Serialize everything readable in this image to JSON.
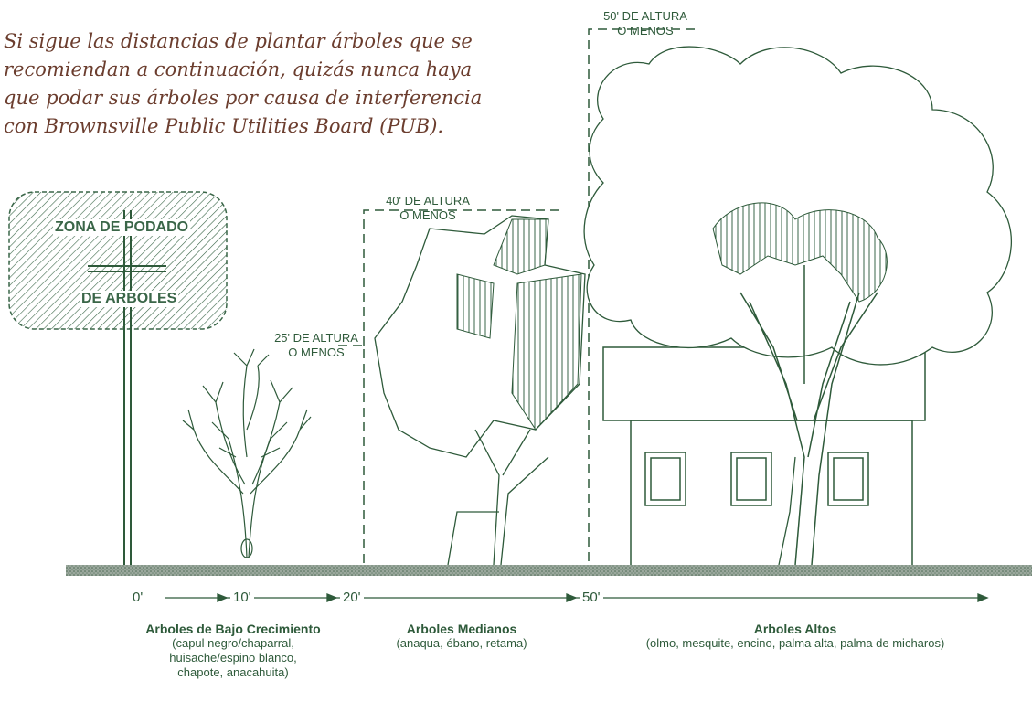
{
  "intro": {
    "line1": "Si sigue las distancias de plantar árboles que se",
    "line2": "recomiendan a continuación, quizás nunca haya",
    "line3": "que podar sus árboles por causa de interferencia",
    "line4": "con Brownsville Public Utilities Board (PUB)."
  },
  "sign": {
    "line1": "ZONA DE PODADO",
    "line2": "DE ARBOLES"
  },
  "heights": {
    "h25": {
      "line1": "25' DE ALTURA",
      "line2": "O MENOS"
    },
    "h40": {
      "line1": "40' DE ALTURA",
      "line2": "O MENOS"
    },
    "h50": {
      "line1": "50' DE ALTURA",
      "line2": "O MENOS"
    }
  },
  "axis": {
    "ticks": [
      "0'",
      "10'",
      "20'",
      "50'"
    ]
  },
  "categories": {
    "low": {
      "title": "Arboles de Bajo Crecimiento",
      "line1": "(capul negro/chaparral,",
      "line2": "huisache/espino blanco,",
      "line3": "chapote, anacahuita)"
    },
    "medium": {
      "title": "Arboles Medianos",
      "line1": "(anaqua, ébano, retama)"
    },
    "tall": {
      "title": "Arboles Altos",
      "line1": "(olmo, mesquite, encino, palma alta, palma de micharos)"
    }
  },
  "colors": {
    "line": "#2e5a3a",
    "text": "#2e5a3a",
    "intro": "#6b3d2e",
    "hatch": "#3a6648"
  }
}
